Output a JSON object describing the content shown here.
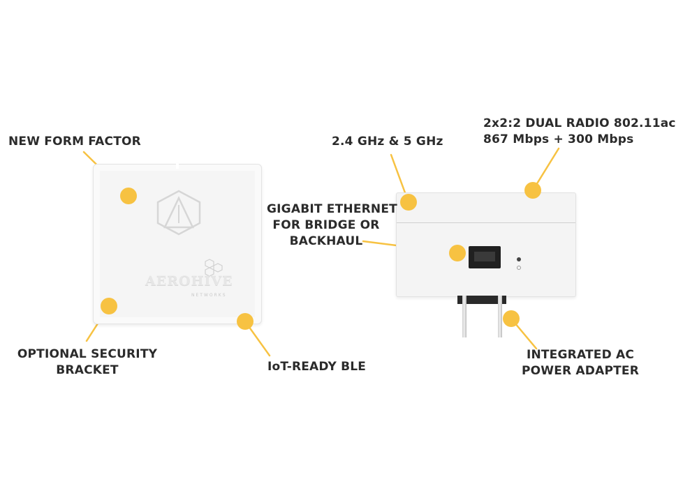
{
  "labels": {
    "new_form_factor": "NEW FORM FACTOR",
    "dual_band": "2.4 GHz & 5 GHz",
    "radio_line1": "2x2:2 DUAL RADIO 802.11ac",
    "radio_line2": "867 Mbps + 300 Mbps",
    "ethernet_line1": "GIGABIT ETHERNET",
    "ethernet_line2": "FOR BRIDGE OR",
    "ethernet_line3": "BACKHAUL",
    "security_line1": "OPTIONAL SECURITY",
    "security_line2": "BRACKET",
    "iot": "IoT-READY BLE",
    "power_line1": "INTEGRATED AC",
    "power_line2": "POWER ADAPTER"
  },
  "device": {
    "brand": "AEROHIVE",
    "brand_sub": "NETWORKS"
  },
  "colors": {
    "callout": "#f7c242",
    "text": "#2b2b2b",
    "background": "#ffffff"
  }
}
